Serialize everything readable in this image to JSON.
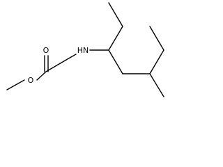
{
  "molecule": {
    "atoms": [
      {
        "id": "methyl-ester-oxygen",
        "label": "O"
      },
      {
        "id": "carbonyl-oxygen",
        "label": "O"
      },
      {
        "id": "amine-nitrogen",
        "label": "HN"
      }
    ],
    "bond_color": "#000000",
    "label_color": "#000000"
  }
}
